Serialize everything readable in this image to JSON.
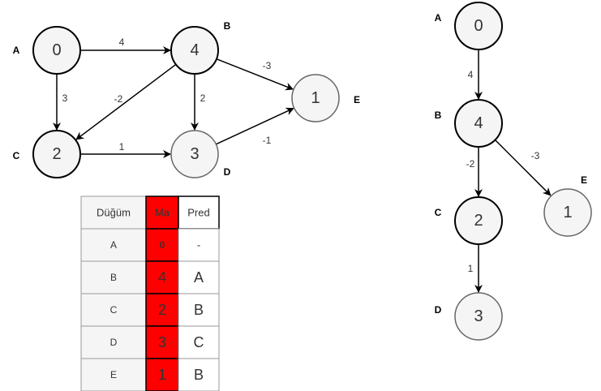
{
  "graph": {
    "nodes": [
      {
        "id": "A",
        "value": "0",
        "light": false
      },
      {
        "id": "B",
        "value": "4",
        "light": false
      },
      {
        "id": "C",
        "value": "2",
        "light": false
      },
      {
        "id": "D",
        "value": "3",
        "light": true
      },
      {
        "id": "E",
        "value": "1",
        "light": true
      }
    ],
    "edges": [
      {
        "from": "A",
        "to": "B",
        "weight": "4"
      },
      {
        "from": "A",
        "to": "C",
        "weight": "3"
      },
      {
        "from": "B",
        "to": "C",
        "weight": "-2"
      },
      {
        "from": "B",
        "to": "D",
        "weight": "2"
      },
      {
        "from": "B",
        "to": "E",
        "weight": "-3"
      },
      {
        "from": "C",
        "to": "D",
        "weight": "1"
      },
      {
        "from": "D",
        "to": "E",
        "weight": "-1"
      }
    ]
  },
  "table": {
    "headers": [
      "Düğüm",
      "Ma",
      "Pred"
    ],
    "rows": [
      [
        "A",
        "0",
        "-"
      ],
      [
        "B",
        "4",
        "A"
      ],
      [
        "C",
        "2",
        "B"
      ],
      [
        "D",
        "3",
        "C"
      ],
      [
        "E",
        "1",
        "B"
      ]
    ],
    "highlight_color": "#ff0000"
  },
  "tree": {
    "nodes": [
      {
        "id": "A",
        "value": "0",
        "light": false
      },
      {
        "id": "B",
        "value": "4",
        "light": false
      },
      {
        "id": "C",
        "value": "2",
        "light": false
      },
      {
        "id": "D",
        "value": "3",
        "light": true
      },
      {
        "id": "E",
        "value": "1",
        "light": true
      }
    ],
    "edges": [
      {
        "from": "A",
        "to": "B",
        "weight": "4"
      },
      {
        "from": "B",
        "to": "C",
        "weight": "-2"
      },
      {
        "from": "B",
        "to": "E",
        "weight": "-3"
      },
      {
        "from": "C",
        "to": "D",
        "weight": "1"
      }
    ]
  }
}
